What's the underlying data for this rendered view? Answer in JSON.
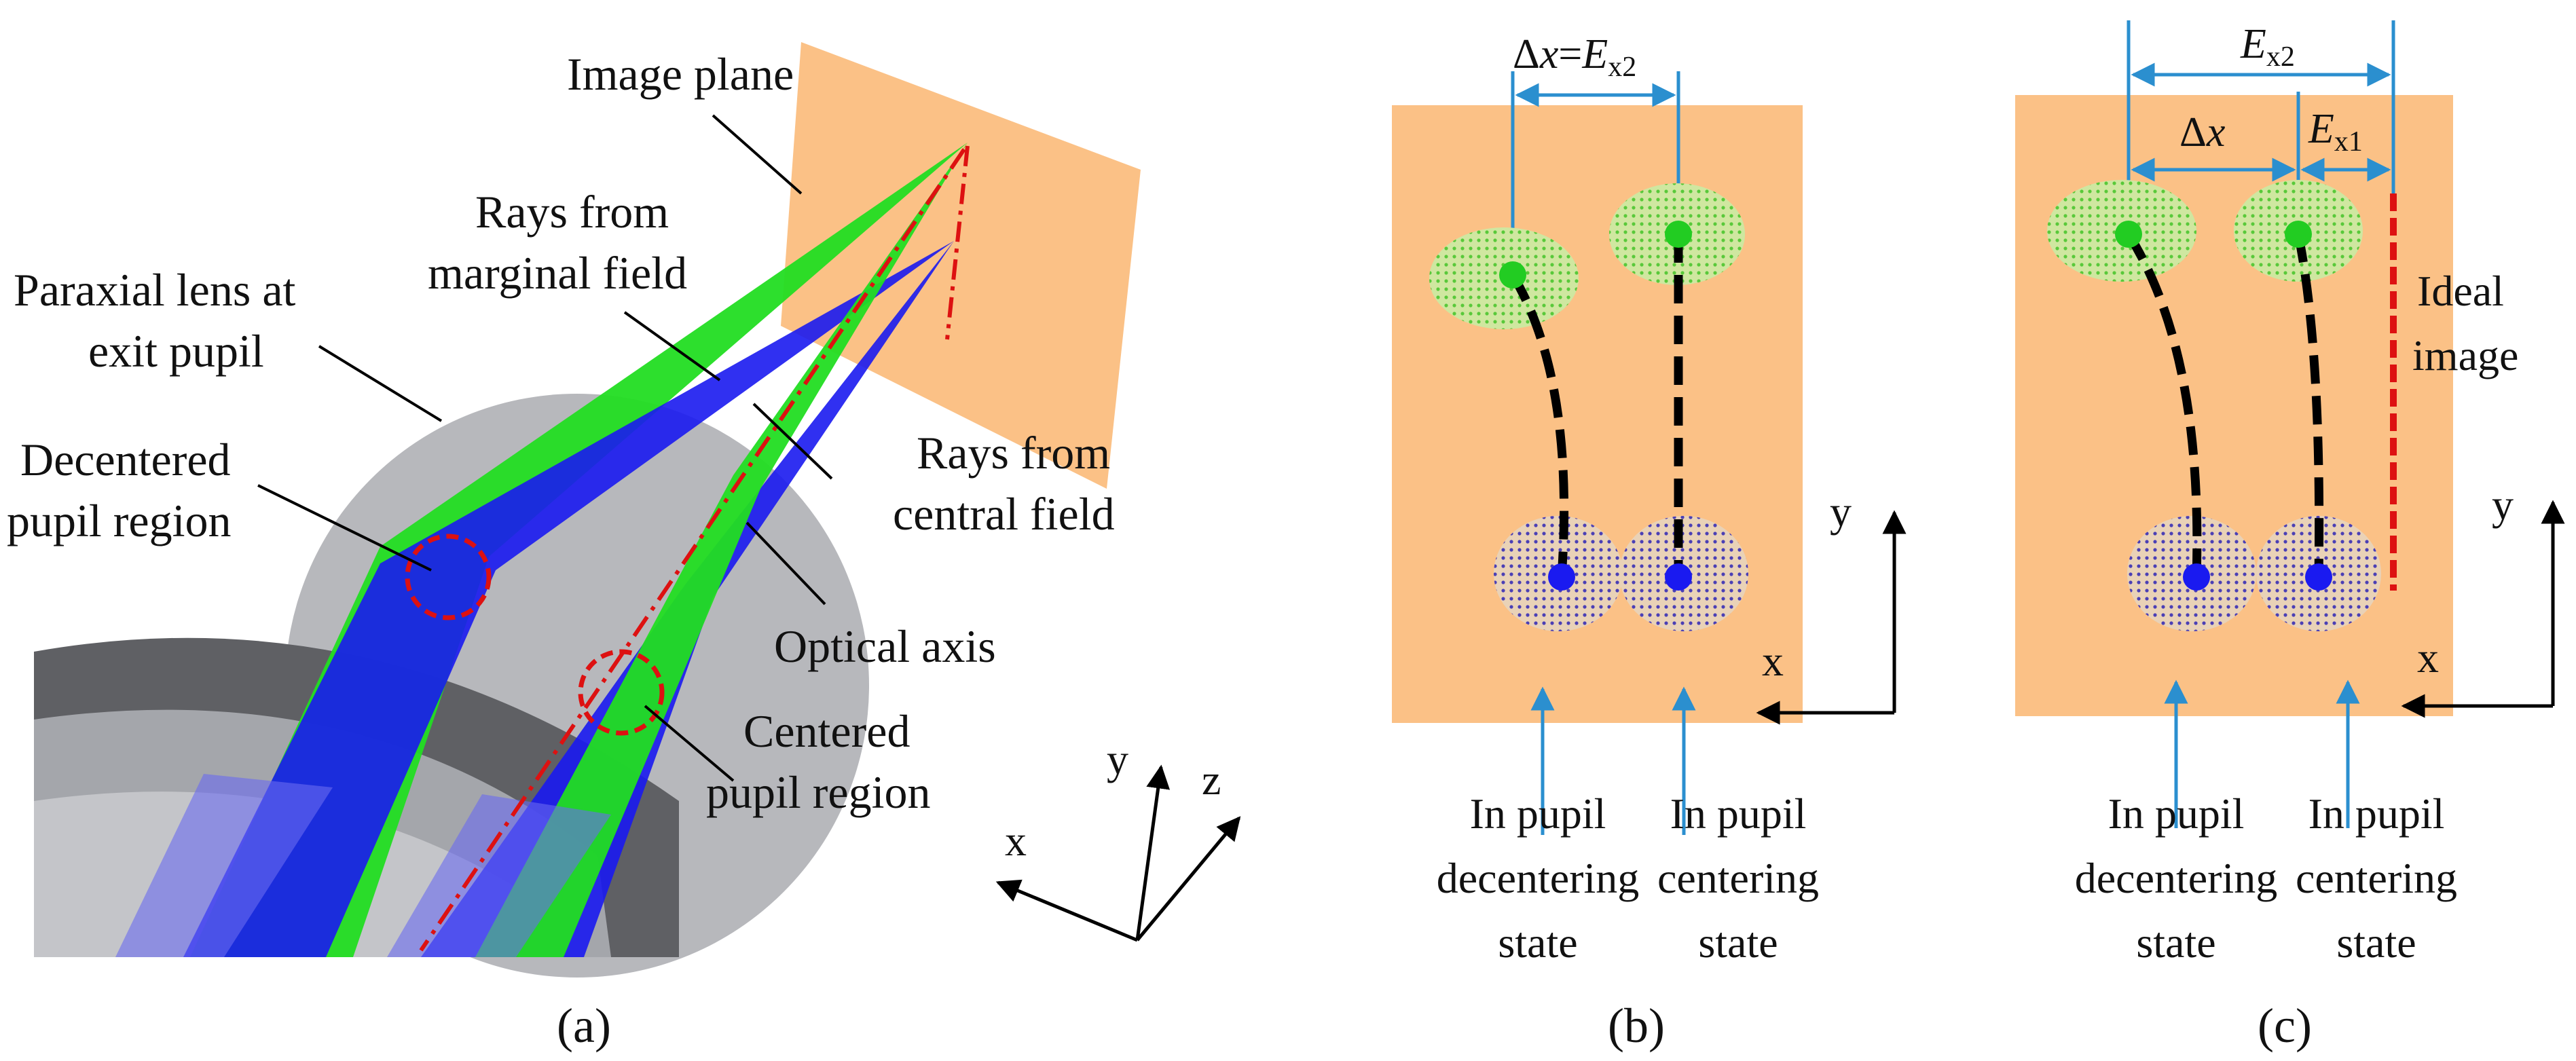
{
  "panel_a": {
    "caption": "(a)",
    "labels": {
      "image_plane": "Image plane",
      "rays_marginal_1": "Rays from",
      "rays_marginal_2": "marginal field",
      "paraxial_1": "Paraxial lens at",
      "paraxial_2": "exit pupil",
      "decentered_1": "Decentered",
      "decentered_2": "pupil region",
      "rays_central_1": "Rays from",
      "rays_central_2": "central field",
      "optical_axis": "Optical axis",
      "centered_1": "Centered",
      "centered_2": "pupil region"
    },
    "axes": {
      "x": "x",
      "y": "y",
      "z": "z"
    }
  },
  "panel_b": {
    "caption": "(b)",
    "dim": {
      "delta": "Δ",
      "x": "x",
      "eq": "=",
      "E": "E",
      "sub": "x2"
    },
    "states": {
      "decentering": [
        "In pupil",
        "decentering",
        "state"
      ],
      "centering": [
        "In pupil",
        "centering",
        "state"
      ]
    },
    "axes": {
      "x": "x",
      "y": "y"
    }
  },
  "panel_c": {
    "caption": "(c)",
    "dims": {
      "ex2_E": "E",
      "ex2_sub": "x2",
      "dx_delta": "Δ",
      "dx_x": "x",
      "ex1_E": "E",
      "ex1_sub": "x1"
    },
    "ideal_image": [
      "Ideal",
      "image"
    ],
    "states": {
      "decentering": [
        "In pupil",
        "decentering",
        "state"
      ],
      "centering": [
        "In pupil",
        "centering",
        "state"
      ]
    },
    "axes": {
      "x": "x",
      "y": "y"
    }
  },
  "colors": {
    "plane": "#fbc186",
    "lens": "#b3b4b8",
    "green_beam": "#22dd22",
    "blue_beam": "#1a1af0",
    "axis_red": "#dd1111",
    "dimension_blue": "#2b8fcf",
    "spot_green": "#8fe35a",
    "spot_blue": "#6c66c4"
  }
}
